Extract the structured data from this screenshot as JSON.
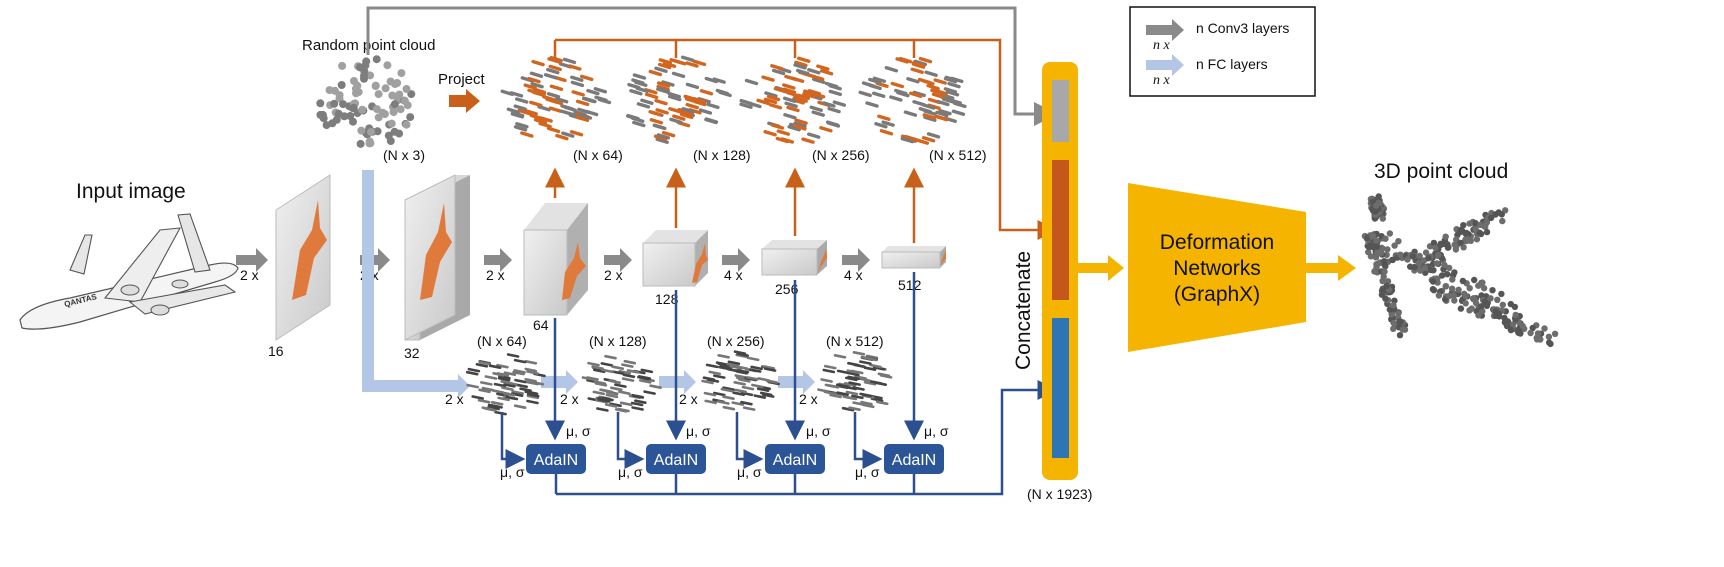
{
  "labels": {
    "input_image": "Input image",
    "random_point_cloud": "Random point cloud",
    "project": "Project",
    "output": "3D point cloud",
    "concatenate": "Concatenate",
    "concat_dim": "(N x 1923)",
    "deformation_line1": "Deformation",
    "deformation_line2": "Networks",
    "deformation_line3": "(GraphX)",
    "random_dim": "(N x 3)"
  },
  "legend": {
    "n_times": "n x",
    "conv_text": "n Conv3 layers",
    "fc_text": "n FC layers"
  },
  "conv_stages": [
    {
      "channels": "16",
      "repeat": "2 x"
    },
    {
      "channels": "32",
      "repeat": "2 x"
    },
    {
      "channels": "64",
      "repeat": "2 x"
    },
    {
      "channels": "128",
      "repeat": "2 x"
    },
    {
      "channels": "256",
      "repeat": "4 x"
    },
    {
      "channels": "512",
      "repeat": "4 x"
    }
  ],
  "projected_dims": [
    "(N x 64)",
    "(N x 128)",
    "(N x 256)",
    "(N x 512)"
  ],
  "adain_dims": [
    "(N x 64)",
    "(N x 128)",
    "(N x 256)",
    "(N x 512)"
  ],
  "fc_repeat": [
    "2 x",
    "2 x",
    "2 x",
    "2 x"
  ],
  "adain_label": "AdaIN",
  "mu_sigma": "μ, σ",
  "colors": {
    "orange": "#c8601a",
    "navy": "#2c4f8f",
    "gold": "#f5b400",
    "gray": "#8a8a8a",
    "lightblue": "#b4c6e6",
    "adain": "#2b5597",
    "bar_gray": "#a8a8a8",
    "bar_orange": "#c4581a",
    "bar_blue": "#2e75b6"
  }
}
